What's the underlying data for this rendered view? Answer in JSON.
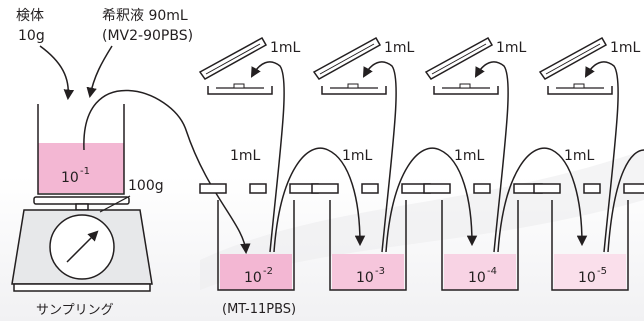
{
  "labels": {
    "sample": "検体",
    "sample_amount": "10g",
    "diluent": "希釈液 90mL",
    "diluent_product": "(MV2-90PBS)",
    "scale_weight": "100g",
    "sampling": "サンプリング",
    "tube_product": "(MT-11PBS)"
  },
  "beaker_dilution": {
    "base": "10",
    "exp": "-1"
  },
  "transfer_volume": "1mL",
  "plate_volumes": [
    "1mL",
    "1mL",
    "1mL",
    "1mL"
  ],
  "tube_volumes": [
    "1mL",
    "1mL",
    "1mL",
    "1mL"
  ],
  "tubes": [
    {
      "base": "10",
      "exp": "-2"
    },
    {
      "base": "10",
      "exp": "-3"
    },
    {
      "base": "10",
      "exp": "-4"
    },
    {
      "base": "10",
      "exp": "-5"
    }
  ],
  "colors": {
    "line": "#231f20",
    "pink_fill_1": "#f3b7d3",
    "pink_fill_2": "#f6c6dc",
    "pink_fill_3": "#f8d3e4",
    "pink_fill_4": "#fadfeb"
  }
}
